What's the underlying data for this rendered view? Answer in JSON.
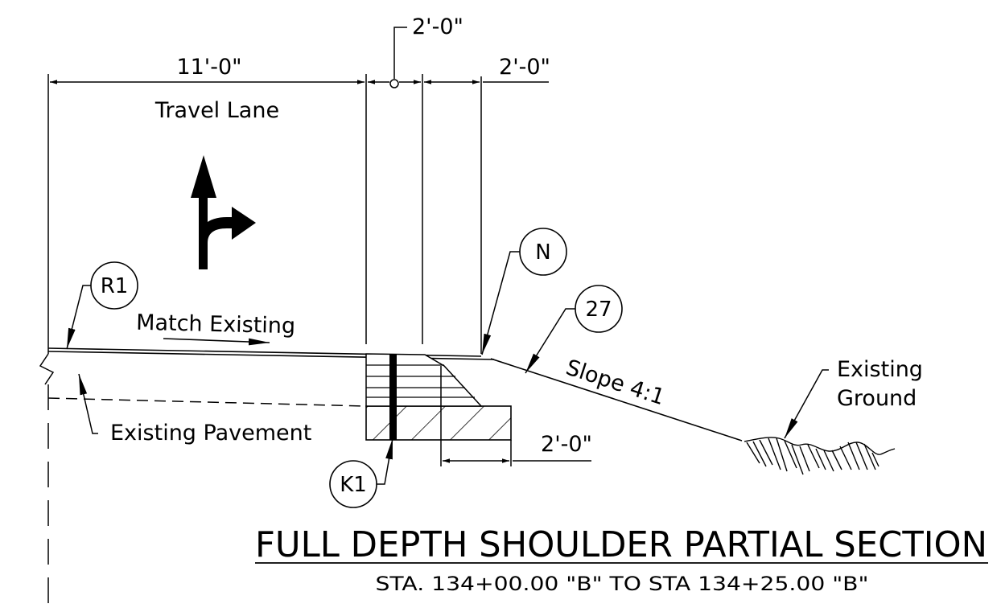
{
  "dimensions": {
    "travel_lane_width": "11'-0\"",
    "top_middle": "2'-0\"",
    "top_right": "2'-0\"",
    "bottom": "2'-0\""
  },
  "labels": {
    "travel_lane": "Travel Lane",
    "match_existing": "Match Existing",
    "existing_pavement": "Existing Pavement",
    "slope": "Slope 4:1",
    "existing_ground_line1": "Existing",
    "existing_ground_line2": "Ground"
  },
  "callouts": {
    "r1": "R1",
    "n": "N",
    "num27": "27",
    "k1": "K1"
  },
  "title": {
    "main": "FULL DEPTH SHOULDER PARTIAL SECTION",
    "sub": "STA. 134+00.00 \"B\" TO STA 134+25.00 \"B\""
  },
  "icons": {
    "lane_arrow": "through-right-turn-arrow-icon"
  }
}
